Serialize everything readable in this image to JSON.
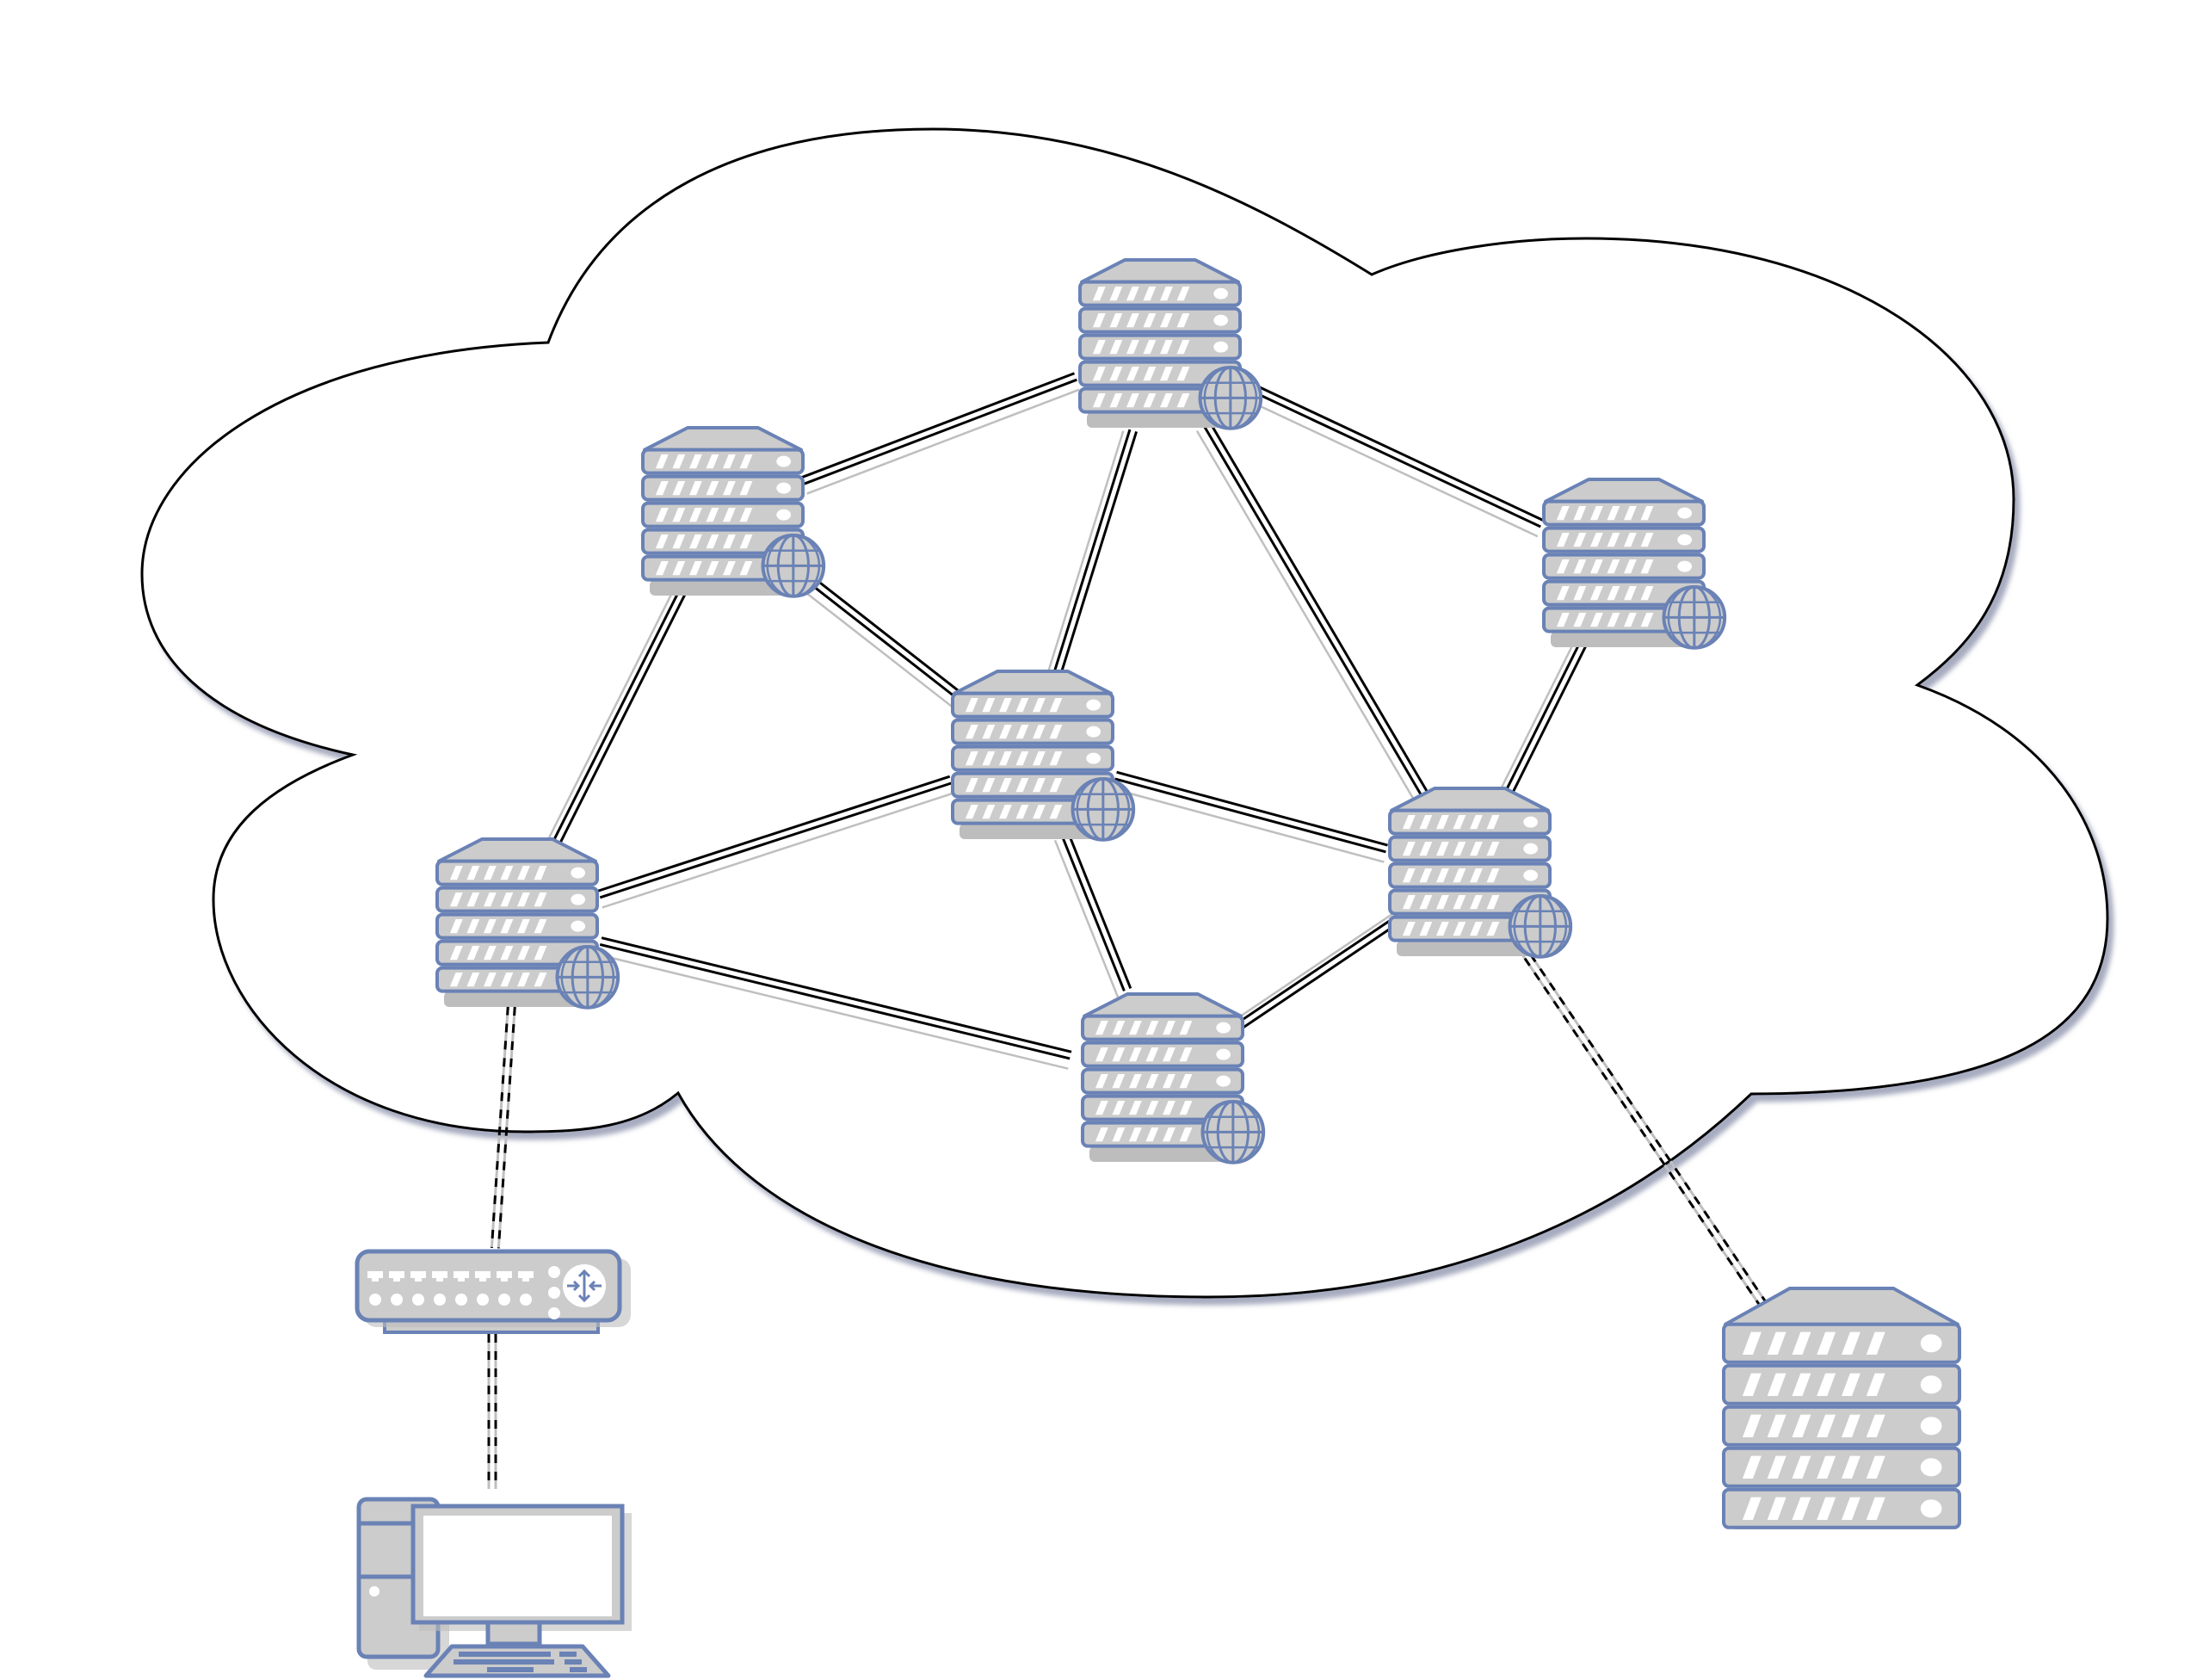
{
  "diagram": {
    "colors": {
      "device_stroke": "#6a82b5",
      "device_fill": "#cccccc",
      "device_shadow": "#bdbdbd",
      "slot_white": "#ffffff",
      "link_black": "#000000",
      "link_gray": "#bfbfbf",
      "cloud_stroke": "#000000",
      "cloud_shadow": "#9aa0b8",
      "background": "#ffffff"
    },
    "cloud": {
      "name": "internet-cloud",
      "icon": "cloud-icon"
    },
    "nodes": [
      {
        "id": "web-server-top",
        "type": "web-server",
        "icon": "web-server-icon",
        "in_cloud": true
      },
      {
        "id": "web-server-upper-left",
        "type": "web-server",
        "icon": "web-server-icon",
        "in_cloud": true
      },
      {
        "id": "web-server-upper-right",
        "type": "web-server",
        "icon": "web-server-icon",
        "in_cloud": true
      },
      {
        "id": "web-server-center",
        "type": "web-server",
        "icon": "web-server-icon",
        "in_cloud": true
      },
      {
        "id": "web-server-left",
        "type": "web-server",
        "icon": "web-server-icon",
        "in_cloud": true
      },
      {
        "id": "web-server-lower-right",
        "type": "web-server",
        "icon": "web-server-icon",
        "in_cloud": true
      },
      {
        "id": "web-server-bottom",
        "type": "web-server",
        "icon": "web-server-icon",
        "in_cloud": true
      },
      {
        "id": "router",
        "type": "router",
        "icon": "router-icon",
        "in_cloud": false
      },
      {
        "id": "desktop-pc",
        "type": "workstation",
        "icon": "desktop-computer-icon",
        "in_cloud": false
      },
      {
        "id": "rack-server",
        "type": "server",
        "icon": "rack-server-icon",
        "in_cloud": false
      }
    ],
    "links": [
      {
        "from": "web-server-upper-left",
        "to": "web-server-top",
        "style": "solid"
      },
      {
        "from": "web-server-top",
        "to": "web-server-upper-right",
        "style": "solid"
      },
      {
        "from": "web-server-upper-left",
        "to": "web-server-center",
        "style": "solid"
      },
      {
        "from": "web-server-upper-left",
        "to": "web-server-left",
        "style": "solid"
      },
      {
        "from": "web-server-top",
        "to": "web-server-center",
        "style": "solid"
      },
      {
        "from": "web-server-top",
        "to": "web-server-lower-right",
        "style": "solid"
      },
      {
        "from": "web-server-upper-right",
        "to": "web-server-lower-right",
        "style": "solid"
      },
      {
        "from": "web-server-left",
        "to": "web-server-center",
        "style": "solid"
      },
      {
        "from": "web-server-center",
        "to": "web-server-lower-right",
        "style": "solid"
      },
      {
        "from": "web-server-center",
        "to": "web-server-bottom",
        "style": "solid"
      },
      {
        "from": "web-server-left",
        "to": "web-server-bottom",
        "style": "solid"
      },
      {
        "from": "web-server-lower-right",
        "to": "web-server-bottom",
        "style": "solid"
      },
      {
        "from": "web-server-left",
        "to": "router",
        "style": "dashed"
      },
      {
        "from": "router",
        "to": "desktop-pc",
        "style": "dashed"
      },
      {
        "from": "web-server-lower-right",
        "to": "rack-server",
        "style": "dashed"
      }
    ]
  }
}
